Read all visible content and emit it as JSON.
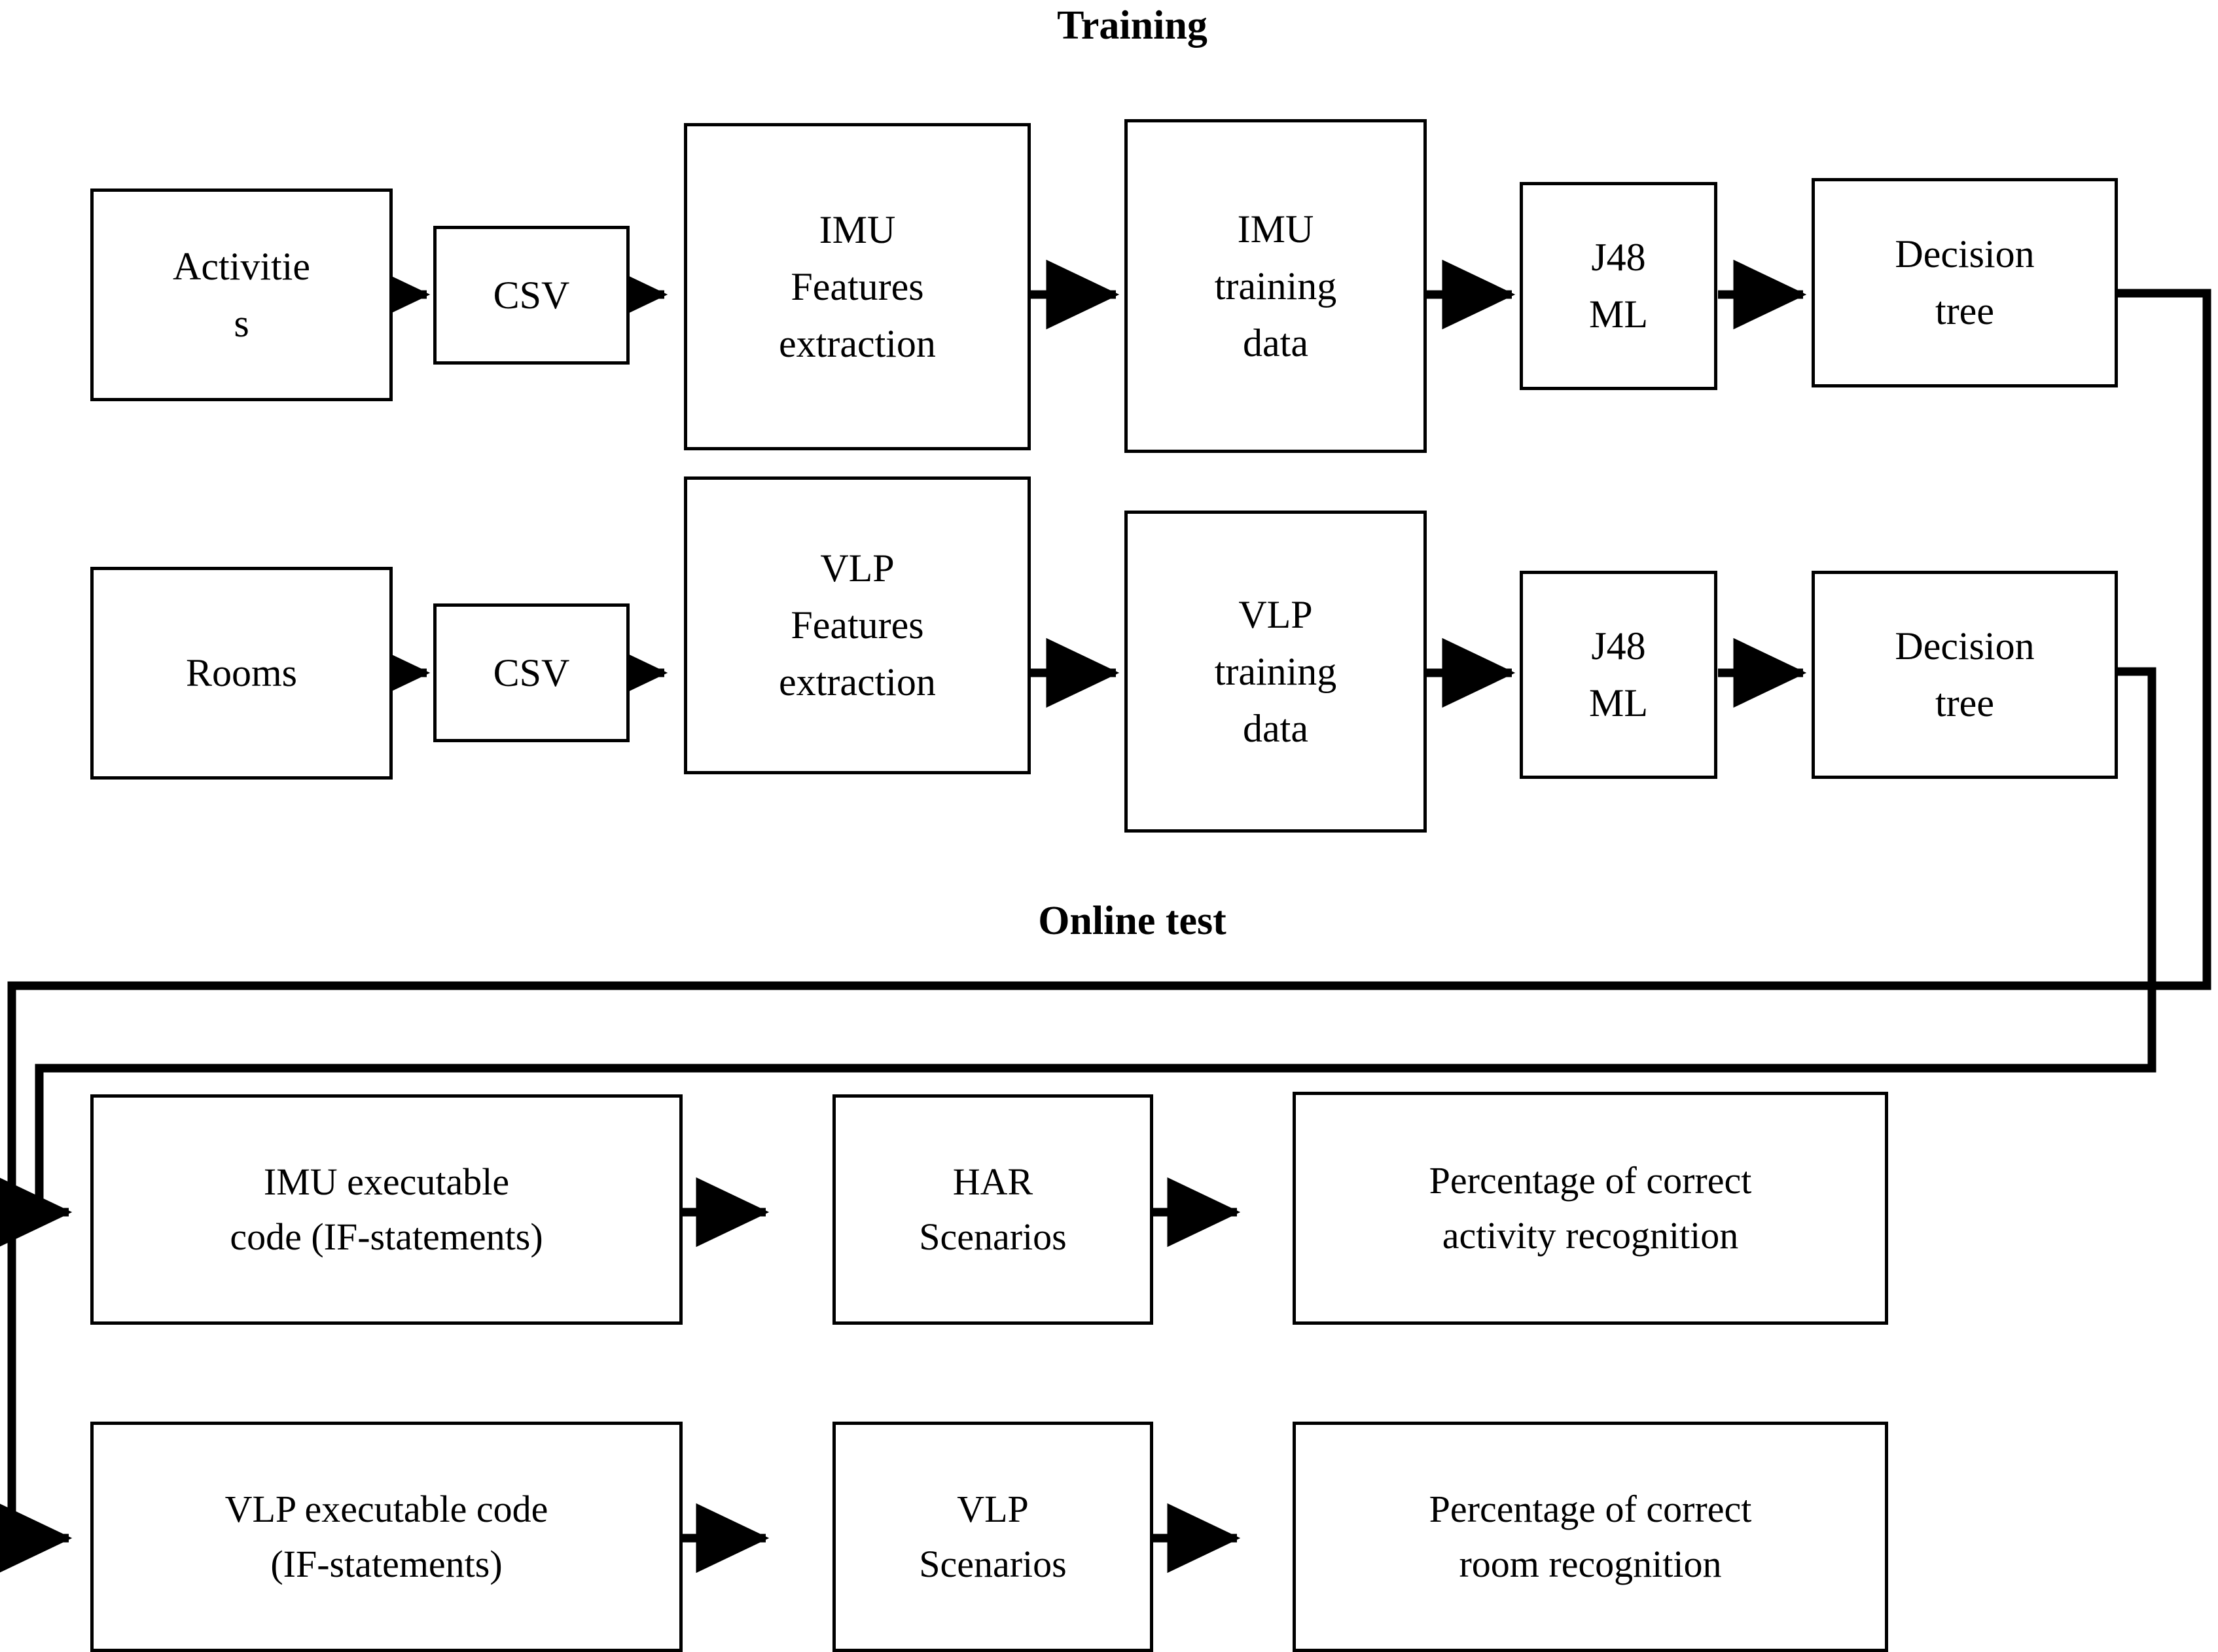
{
  "figure": {
    "type": "flowchart",
    "sections": [
      {
        "id": "training",
        "title": "Training"
      },
      {
        "id": "online_test",
        "title": "Online test"
      }
    ]
  },
  "training": {
    "title": "Training",
    "rows": [
      {
        "id": "imu-row",
        "nodes": [
          {
            "id": "activities",
            "lines": [
              "Activitie",
              "s"
            ]
          },
          {
            "id": "csv-imu",
            "lines": [
              "CSV"
            ]
          },
          {
            "id": "imu-features",
            "lines": [
              "IMU",
              "Features",
              "extraction"
            ]
          },
          {
            "id": "imu-training",
            "lines": [
              "IMU",
              "training",
              "data"
            ]
          },
          {
            "id": "j48-imu",
            "lines": [
              "J48",
              "ML"
            ]
          },
          {
            "id": "dtree-imu",
            "lines": [
              "Decision",
              "tree"
            ]
          }
        ]
      },
      {
        "id": "vlp-row",
        "nodes": [
          {
            "id": "rooms",
            "lines": [
              "Rooms"
            ]
          },
          {
            "id": "csv-vlp",
            "lines": [
              "CSV"
            ]
          },
          {
            "id": "vlp-features",
            "lines": [
              "VLP",
              "Features",
              "extraction"
            ]
          },
          {
            "id": "vlp-training",
            "lines": [
              "VLP",
              "training",
              "data"
            ]
          },
          {
            "id": "j48-vlp",
            "lines": [
              "J48",
              "ML"
            ]
          },
          {
            "id": "dtree-vlp",
            "lines": [
              "Decision",
              "tree"
            ]
          }
        ]
      }
    ]
  },
  "online_test": {
    "title": "Online test",
    "rows": [
      {
        "id": "har-row",
        "nodes": [
          {
            "id": "imu-exec",
            "lines": [
              "IMU executable",
              "code (IF-statements)"
            ]
          },
          {
            "id": "har-scen",
            "lines": [
              "HAR",
              "Scenarios"
            ]
          },
          {
            "id": "pct-activity",
            "lines": [
              "Percentage of correct",
              "activity recognition"
            ]
          }
        ]
      },
      {
        "id": "vlp-row",
        "nodes": [
          {
            "id": "vlp-exec",
            "lines": [
              "VLP executable code",
              "(IF-statements)"
            ]
          },
          {
            "id": "vlp-scen",
            "lines": [
              "VLP",
              "Scenarios"
            ]
          },
          {
            "id": "pct-room",
            "lines": [
              "Percentage of correct",
              "room recognition"
            ]
          }
        ]
      }
    ]
  },
  "colors": {
    "stroke": "#000000",
    "fill": "#ffffff",
    "text": "#000000"
  }
}
